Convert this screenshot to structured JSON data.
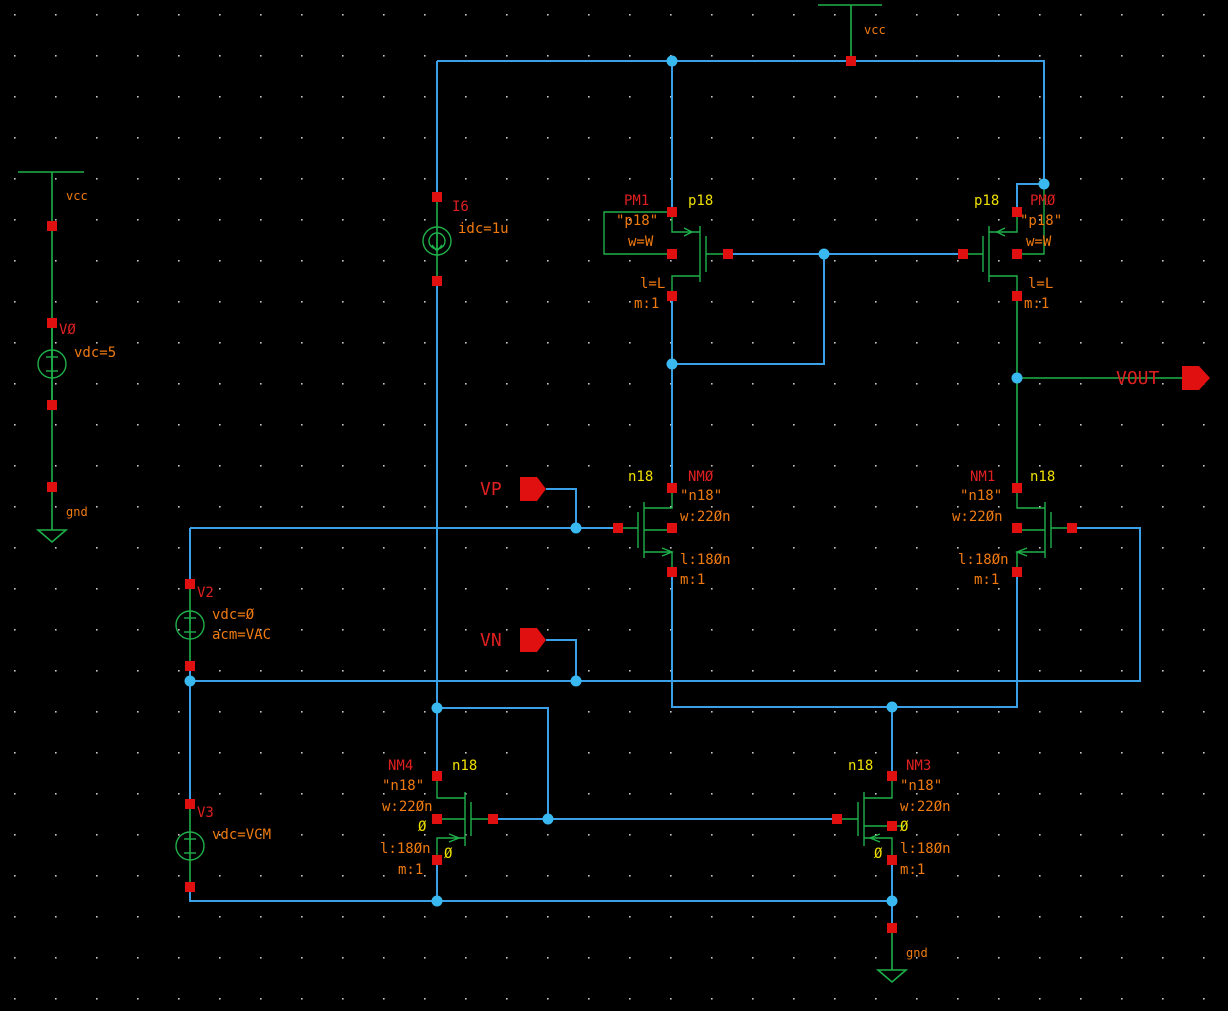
{
  "colors": {
    "background": "#000000",
    "wire": "#3aa0e8",
    "symbol": "#1fb04a",
    "pin": "#e01010",
    "junction": "#3ab8f0",
    "instance_name": "#e02020",
    "parameter": "#f07a10",
    "model": "#f0e000"
  },
  "supplies": {
    "vcc_left": "vcc",
    "vcc_top": "vcc",
    "gnd_left": "gnd",
    "gnd_bottom": "gnd"
  },
  "sources": {
    "V0": {
      "name": "VØ",
      "params": [
        "vdc=5"
      ]
    },
    "V2": {
      "name": "V2",
      "params": [
        "vdc=Ø",
        "acm=VAC"
      ]
    },
    "V3": {
      "name": "V3",
      "params": [
        "vdc=VCM"
      ]
    },
    "I6": {
      "name": "I6",
      "params": [
        "idc=1u"
      ]
    }
  },
  "transistors": {
    "PM1": {
      "name": "PM1",
      "model": "p18",
      "params": [
        "\"p18\"",
        "w=W",
        "l=L",
        "m:1"
      ]
    },
    "PM0": {
      "name": "PMØ",
      "model": "p18",
      "params": [
        "\"p18\"",
        "w=W",
        "l=L",
        "m:1"
      ]
    },
    "NM0": {
      "name": "NMØ",
      "model": "n18",
      "params": [
        "\"n18\"",
        "w:22Øn",
        "l:18Øn",
        "m:1"
      ]
    },
    "NM1": {
      "name": "NM1",
      "model": "n18",
      "params": [
        "\"n18\"",
        "w:22Øn",
        "l:18Øn",
        "m:1"
      ]
    },
    "NM4": {
      "name": "NM4",
      "model": "n18",
      "params": [
        "\"n18\"",
        "w:22Øn",
        "l:18Øn",
        "m:1"
      ],
      "body": [
        "Ø",
        "Ø"
      ]
    },
    "NM3": {
      "name": "NM3",
      "model": "n18",
      "params": [
        "\"n18\"",
        "w:22Øn",
        "l:18Øn",
        "m:1"
      ],
      "body": [
        "Ø",
        "Ø"
      ]
    }
  },
  "pins": {
    "vp": "VP",
    "vn": "VN",
    "vout": "VOUT"
  }
}
